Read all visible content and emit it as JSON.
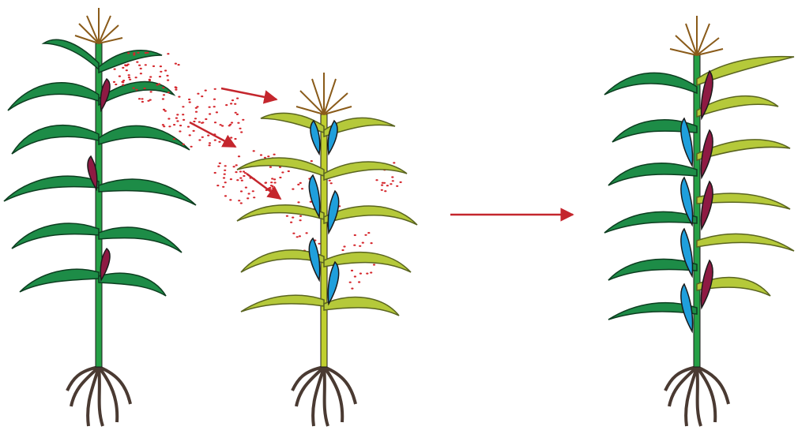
{
  "diagram": {
    "plants": [
      {
        "role": "pollen-donor",
        "foliage": "dark-green",
        "ears": "maroon",
        "ear_count": 3
      },
      {
        "role": "pollen-recipient",
        "foliage": "yellow-green",
        "ears": "blue",
        "ear_count": 6
      },
      {
        "role": "hybrid-offspring",
        "foliage": "mixed-green",
        "ears": "blue-and-maroon",
        "ear_count": 8
      }
    ],
    "arrows": [
      {
        "meaning": "pollen-flow"
      },
      {
        "meaning": "pollen-flow"
      },
      {
        "meaning": "pollen-flow"
      },
      {
        "meaning": "produces"
      }
    ],
    "colors": {
      "dark_leaf": "#1d8c47",
      "light_leaf": "#b5c93a",
      "stalk_dark": "#25a046",
      "stalk_light": "#c0cf2f",
      "ear_maroon": "#8e1a43",
      "ear_blue": "#1f9fdc",
      "pollen": "#d4252b",
      "arrow": "#c4262d",
      "root": "#4a3a32",
      "tassel": "#d9a441",
      "outline": "#1a1a1a"
    },
    "icons": [
      "corn-plant-icon",
      "pollen-dot-icon",
      "arrow-icon",
      "root-icon"
    ]
  }
}
